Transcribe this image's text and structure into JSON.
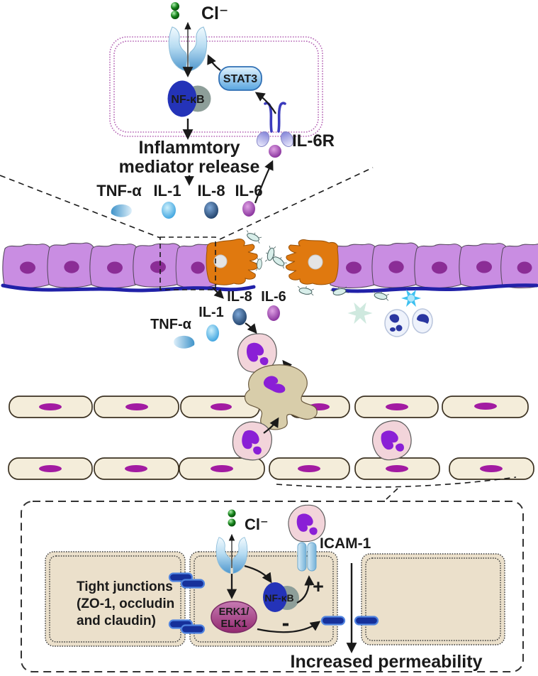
{
  "top_pathway": {
    "cl_label": "Cl⁻",
    "stat3_label": "STAT3",
    "nfkb_label": "NF-κB",
    "il6r_label": "IL-6R",
    "release_line1": "Inflammtory",
    "release_line2": "mediator release",
    "cytokines": [
      {
        "label": "TNF-α",
        "color": "#5a9fd1"
      },
      {
        "label": "IL-1",
        "color": "#45ace2"
      },
      {
        "label": "IL-8",
        "color": "#24497e"
      },
      {
        "label": "IL-6",
        "color": "#9539a8"
      }
    ]
  },
  "lamina_propria": {
    "il8_label": "IL-8",
    "il6_label": "IL-6",
    "il1_label": "IL-1",
    "tnf_label": "TNF-α"
  },
  "inset": {
    "cl_label": "Cl⁻",
    "tight_junctions_line1": "Tight junctions",
    "tight_junctions_line2": "(ZO-1, occludin",
    "tight_junctions_line3": "and claudin)",
    "erk_line1": "ERK1/",
    "erk_line2": "ELK1",
    "nfkb_label": "NF-κB",
    "icam_label": "ICAM-1",
    "plus_sign": "+",
    "minus_sign": "-",
    "permeability_label": "Increased permeability"
  },
  "colors": {
    "epithelial_cell": "#c98de2",
    "epithelial_nucleus": "#8b2d96",
    "damaged_cell": "#e0790f",
    "endothelial_cell": "#f4edda",
    "endothelial_nucleus": "#a21ba2",
    "neutrophil": "#f2d4da",
    "neutrophil_nucleus": "#8a1fd6",
    "tight_junction": "#16309a",
    "nfkb_blue": "#2433b8",
    "stat3_blue": "#68b0e4",
    "erk_magenta": "#a03c84",
    "plus_minus_red": "#e01010",
    "chloride_green": "#15821a",
    "basement_membrane": "#2121a8"
  }
}
